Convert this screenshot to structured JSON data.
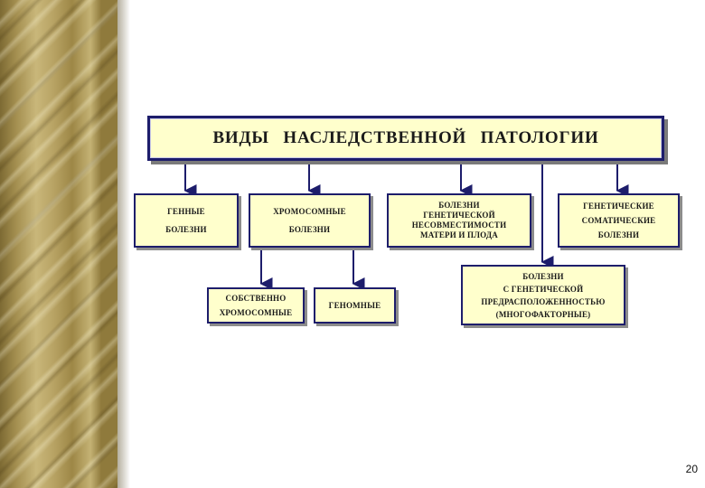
{
  "title": "ВИДЫ   НАСЛЕДСТВЕННОЙ   ПАТОЛОГИИ",
  "nodes": {
    "gene": [
      "ГЕННЫЕ",
      "БОЛЕЗНИ"
    ],
    "chromosomal": [
      "ХРОМОСОМНЫЕ",
      "БОЛЕЗНИ"
    ],
    "incompatibility": [
      "БОЛЕЗНИ",
      "ГЕНЕТИЧЕСКОЙ",
      "НЕСОВМЕСТИМОСТИ",
      "МАТЕРИ  И  ПЛОДА"
    ],
    "somatic": [
      "ГЕНЕТИЧЕСКИЕ",
      "СОМАТИЧЕСКИЕ",
      "БОЛЕЗНИ"
    ],
    "own_chromosomal": [
      "СОБСТВЕННО",
      "ХРОМОСОМНЫЕ"
    ],
    "genomic": [
      "ГЕНОМНЫЕ"
    ],
    "multifactorial": [
      "БОЛЕЗНИ",
      "С ГЕНЕТИЧЕСКОЙ",
      "ПРЕДРАСПОЛОЖЕННОСТЬЮ",
      "(МНОГОФАКТОРНЫЕ)"
    ]
  },
  "page_number": "20",
  "colors": {
    "box_fill": "#ffffcc",
    "box_border": "#1d1d6b",
    "arrow": "#1d1d6b"
  }
}
